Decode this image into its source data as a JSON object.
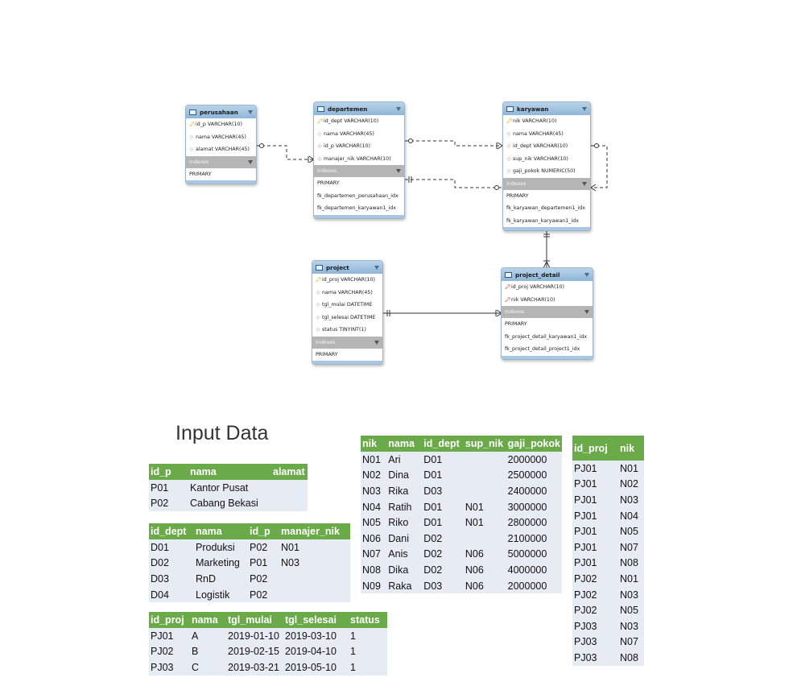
{
  "erd": {
    "entities": {
      "perusahaan": {
        "title": "perusahaan",
        "columns": [
          {
            "icon": "primary-key-icon",
            "text": "id_p VARCHAR(10)"
          },
          {
            "icon": "column-icon",
            "text": "nama VARCHAR(45)"
          },
          {
            "icon": "column-icon",
            "text": "alamat VARCHAR(45)"
          }
        ],
        "indexes_label": "Indexes",
        "indexes": [
          "PRIMARY"
        ]
      },
      "departemen": {
        "title": "departemen",
        "columns": [
          {
            "icon": "primary-key-icon",
            "text": "id_dept VARCHAR(10)"
          },
          {
            "icon": "column-icon",
            "text": "nama VARCHAR(45)"
          },
          {
            "icon": "foreign-column-icon",
            "text": "id_p VARCHAR(10)"
          },
          {
            "icon": "foreign-column-icon",
            "text": "manajer_nik VARCHAR(10)"
          }
        ],
        "indexes_label": "Indexes",
        "indexes": [
          "PRIMARY",
          "fk_departemen_perusahaan_idx",
          "fk_departemen_karyawan1_idx"
        ]
      },
      "karyawan": {
        "title": "karyawan",
        "columns": [
          {
            "icon": "primary-key-icon",
            "text": "nik VARCHAR(10)"
          },
          {
            "icon": "column-icon",
            "text": "nama VARCHAR(45)"
          },
          {
            "icon": "foreign-column-icon",
            "text": "id_dept VARCHAR(10)"
          },
          {
            "icon": "foreign-column-icon",
            "text": "sup_nik VARCHAR(10)"
          },
          {
            "icon": "column-icon",
            "text": "gaji_pokok NUMERIC(50)"
          }
        ],
        "indexes_label": "Indexes",
        "indexes": [
          "PRIMARY",
          "fk_karyawan_departemen1_idx",
          "fk_karyawan_karyawan1_idx"
        ]
      },
      "project": {
        "title": "project",
        "columns": [
          {
            "icon": "primary-key-icon",
            "text": "id_proj VARCHAR(10)"
          },
          {
            "icon": "column-icon",
            "text": "nama VARCHAR(45)"
          },
          {
            "icon": "column-icon",
            "text": "tgl_mulai DATETIME"
          },
          {
            "icon": "column-icon",
            "text": "tgl_selesai DATETIME"
          },
          {
            "icon": "column-icon",
            "text": "status TINYINT(1)"
          }
        ],
        "indexes_label": "Indexes",
        "indexes": [
          "PRIMARY"
        ]
      },
      "project_detail": {
        "title": "project_detail",
        "columns": [
          {
            "icon": "foreign-key-icon",
            "text": "id_proj VARCHAR(10)"
          },
          {
            "icon": "foreign-key-icon",
            "text": "nik VARCHAR(10)"
          }
        ],
        "indexes_label": "Indexes",
        "indexes": [
          "PRIMARY",
          "fk_project_detail_karyawan1_idx",
          "fk_project_detail_project1_idx"
        ]
      }
    }
  },
  "input_data": {
    "title": "Input Data",
    "perusahaan": {
      "headers": [
        "id_p",
        "nama",
        "alamat"
      ],
      "rows": [
        [
          "P01",
          "Kantor Pusat",
          ""
        ],
        [
          "P02",
          "Cabang Bekasi",
          ""
        ]
      ]
    },
    "departemen": {
      "headers": [
        "id_dept",
        "nama",
        "id_p",
        "manajer_nik"
      ],
      "rows": [
        [
          "D01",
          "Produksi",
          "P02",
          "N01"
        ],
        [
          "D02",
          "Marketing",
          "P01",
          "N03"
        ],
        [
          "D03",
          "RnD",
          "P02",
          ""
        ],
        [
          "D04",
          "Logistik",
          "P02",
          ""
        ]
      ]
    },
    "project": {
      "headers": [
        "id_proj",
        "nama",
        "tgl_mulai",
        "tgl_selesai",
        "status"
      ],
      "rows": [
        [
          "PJ01",
          "A",
          "2019-01-10",
          "2019-03-10",
          "1"
        ],
        [
          "PJ02",
          "B",
          "2019-02-15",
          "2019-04-10",
          "1"
        ],
        [
          "PJ03",
          "C",
          "2019-03-21",
          "2019-05-10",
          "1"
        ]
      ]
    },
    "karyawan": {
      "headers": [
        "nik",
        "nama",
        "id_dept",
        "sup_nik",
        "gaji_pokok"
      ],
      "rows": [
        [
          "N01",
          "Ari",
          "D01",
          "",
          "2000000"
        ],
        [
          "N02",
          "Dina",
          "D01",
          "",
          "2500000"
        ],
        [
          "N03",
          "Rika",
          "D03",
          "",
          "2400000"
        ],
        [
          "N04",
          "Ratih",
          "D01",
          "N01",
          "3000000"
        ],
        [
          "N05",
          "Riko",
          "D01",
          "N01",
          "2800000"
        ],
        [
          "N06",
          "Dani",
          "D02",
          "",
          "2100000"
        ],
        [
          "N07",
          "Anis",
          "D02",
          "N06",
          "5000000"
        ],
        [
          "N08",
          "Dika",
          "D02",
          "N06",
          "4000000"
        ],
        [
          "N09",
          "Raka",
          "D03",
          "N06",
          "2000000"
        ]
      ]
    },
    "project_detail": {
      "headers": [
        "id_proj",
        "nik"
      ],
      "rows": [
        [
          "PJ01",
          "N01"
        ],
        [
          "PJ01",
          "N02"
        ],
        [
          "PJ01",
          "N03"
        ],
        [
          "PJ01",
          "N04"
        ],
        [
          "PJ01",
          "N05"
        ],
        [
          "PJ01",
          "N07"
        ],
        [
          "PJ01",
          "N08"
        ],
        [
          "PJ02",
          "N01"
        ],
        [
          "PJ02",
          "N03"
        ],
        [
          "PJ02",
          "N05"
        ],
        [
          "PJ03",
          "N03"
        ],
        [
          "PJ03",
          "N07"
        ],
        [
          "PJ03",
          "N08"
        ]
      ]
    }
  }
}
